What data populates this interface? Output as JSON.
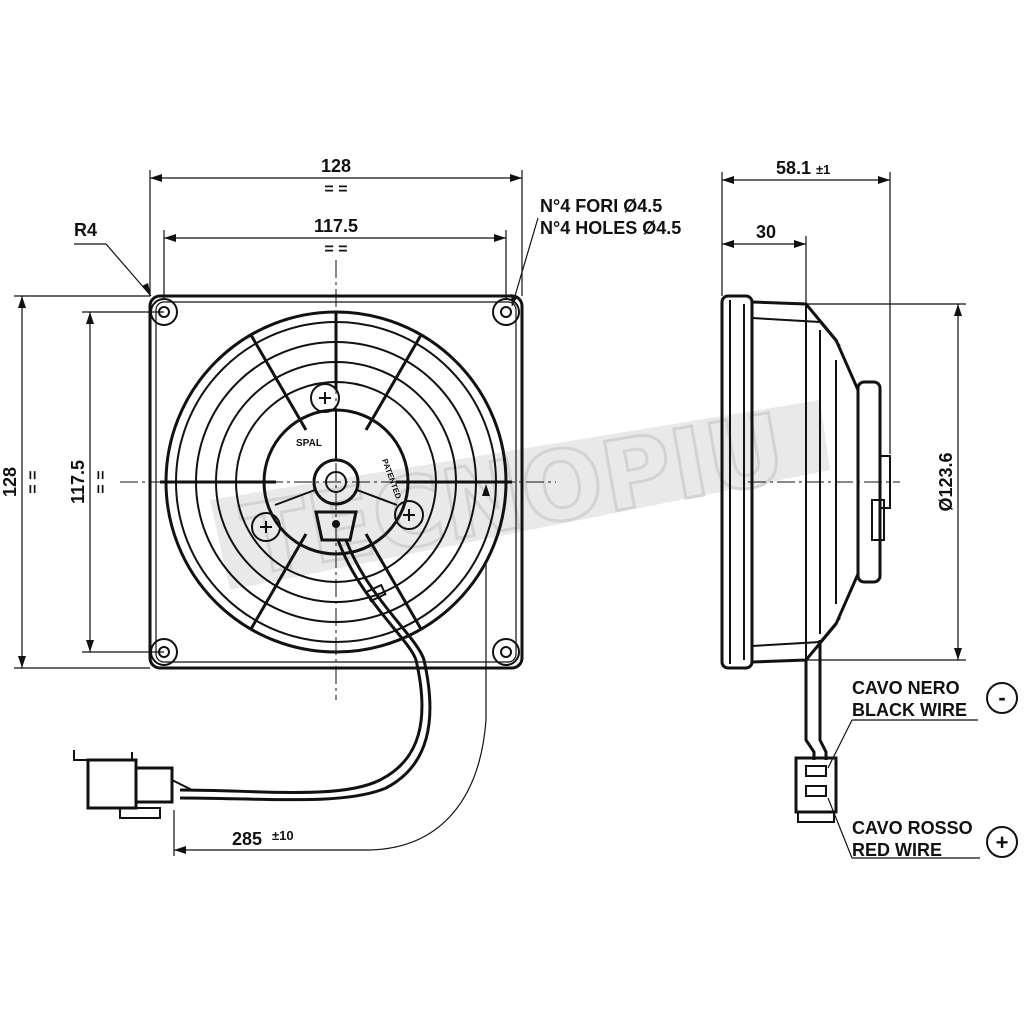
{
  "dimensions": {
    "top_width": "128",
    "top_hole_spacing": "117.5",
    "left_height": "128",
    "left_hole_spacing": "117.5",
    "equal_mark": "= =",
    "corner_radius": "R4",
    "side_depth": "58.1",
    "side_depth_tol": "±1",
    "side_inner": "30",
    "diameter": "Ø123.6",
    "cable_length": "285",
    "cable_tol": "±10"
  },
  "holes_note": {
    "italian": "N°4 FORI  Ø4.5",
    "english": "N°4 HOLES  Ø4.5"
  },
  "wires": {
    "black_it": "CAVO NERO",
    "black_en": "BLACK WIRE",
    "black_symbol": "-",
    "red_it": "CAVO ROSSO",
    "red_en": "RED WIRE",
    "red_symbol": "+"
  },
  "hub_text": {
    "brand": "SPAL",
    "patented": "PATENTED"
  },
  "watermark": "TECNOPIU",
  "colors": {
    "line": "#111111",
    "watermark": "#c9c9c9",
    "background": "#ffffff"
  }
}
